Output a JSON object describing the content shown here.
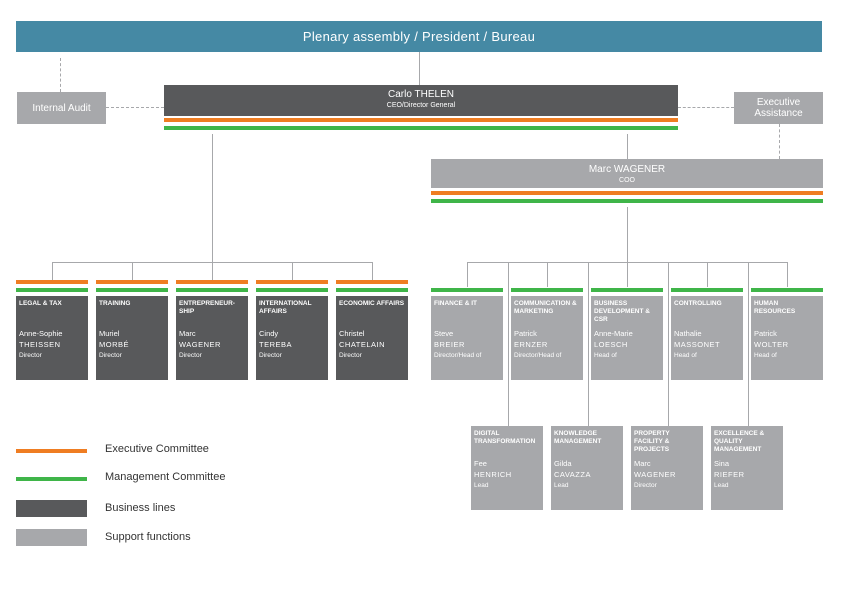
{
  "banner": "Plenary assembly / President / Bureau",
  "internal_audit": "Internal Audit",
  "executive_assistance": "Executive Assistance",
  "ceo": {
    "name": "Carlo THELEN",
    "title": "CEO/Director General"
  },
  "coo": {
    "name": "Marc WAGENER",
    "title": "COO"
  },
  "business_lines": [
    {
      "dept": "LEGAL & TAX",
      "first": "Anne-Sophie",
      "last": "THEISSEN",
      "role": "Director"
    },
    {
      "dept": "TRAINING",
      "first": "Muriel",
      "last": "MORBÉ",
      "role": "Director"
    },
    {
      "dept": "ENTREPRENEUR-SHIP",
      "first": "Marc",
      "last": "WAGENER",
      "role": "Director"
    },
    {
      "dept": "INTERNATIONAL AFFAIRS",
      "first": "Cindy",
      "last": "TEREBA",
      "role": "Director"
    },
    {
      "dept": "ECONOMIC AFFAIRS",
      "first": "Christel",
      "last": "CHATELAIN",
      "role": "Director"
    }
  ],
  "support_top": [
    {
      "dept": "FINANCE & IT",
      "first": "Steve",
      "last": "BREIER",
      "role": "Director/Head of"
    },
    {
      "dept": "COMMUNICATION & MARKETING",
      "first": "Patrick",
      "last": "ERNZER",
      "role": "Director/Head of"
    },
    {
      "dept": "BUSINESS DEVELOPMENT & CSR",
      "first": "Anne-Marie",
      "last": "LOESCH",
      "role": "Head of"
    },
    {
      "dept": "CONTROLLING",
      "first": "Nathalie",
      "last": "MASSONET",
      "role": "Head of"
    },
    {
      "dept": "HUMAN RESOURCES",
      "first": "Patrick",
      "last": "WOLTER",
      "role": "Head of"
    }
  ],
  "support_bottom": [
    {
      "dept": "DIGITAL TRANSFORMATION",
      "first": "Fee",
      "last": "HENRICH",
      "role": "Lead"
    },
    {
      "dept": "KNOWLEDGE MANAGEMENT",
      "first": "Gilda",
      "last": "CAVAZZA",
      "role": "Lead"
    },
    {
      "dept": "PROPERTY FACILITY & PROJECTS",
      "first": "Marc",
      "last": "WAGENER",
      "role": "Director"
    },
    {
      "dept": "EXCELLENCE & QUALITY MANAGEMENT",
      "first": "Sina",
      "last": "RIEFER",
      "role": "Lead"
    }
  ],
  "legend": {
    "executive_committee": "Executive Committee",
    "management_committee": "Management Committee",
    "business_lines": "Business lines",
    "support_functions": "Support functions"
  },
  "colors": {
    "banner": "#4589a4",
    "dark": "#58595b",
    "light": "#a7a8ab",
    "orange": "#ef7d22",
    "green": "#3fb549"
  }
}
